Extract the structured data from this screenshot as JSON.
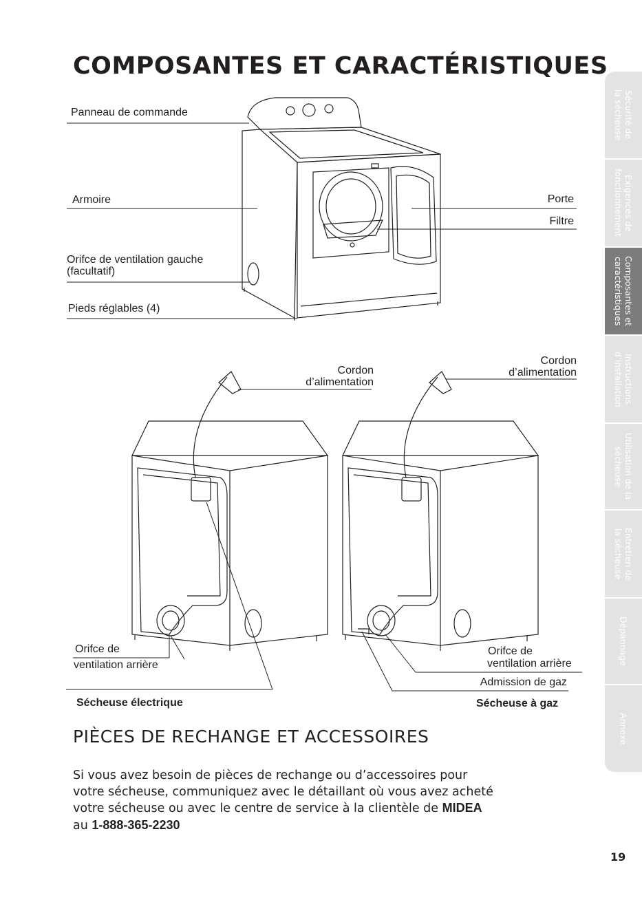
{
  "page": {
    "title": "COMPOSANTES ET CARACTÉRISTIQUES",
    "page_number": "19"
  },
  "figure_top": {
    "labels": {
      "control_panel": "Panneau de commande",
      "cabinet": "Armoire",
      "left_vent_line1": "Orifce de ventilation gauche",
      "left_vent_line2": "(facultatif)",
      "feet": "Pieds réglables (4)",
      "door": "Porte",
      "filter": "Filtre"
    }
  },
  "figure_bottom": {
    "left": {
      "cord_line1": "Cordon",
      "cord_line2": "d’alimentation",
      "vent_line1": "Orifce de",
      "vent_line2": "ventilation arrière",
      "caption": "Sécheuse électrique"
    },
    "right": {
      "cord_line1": "Cordon",
      "cord_line2": "d’alimentation",
      "vent_line1": "Orifce de",
      "vent_line2": "ventilation arrière",
      "gas_inlet": "Admission de gaz",
      "caption": "Sécheuse à gaz"
    }
  },
  "section2": {
    "heading": "PIÈCES DE RECHANGE ET ACCESSOIRES",
    "para_line1": "Si vous avez besoin de pièces de rechange ou d’accessoires pour",
    "para_line2": "votre sécheuse, communiquez avec le détaillant où vous avez acheté",
    "para_line3_pre": "votre sécheuse ou avec le centre de service à la clientèle de ",
    "brand": "MIDEA",
    "para_line4_pre": "au ",
    "phone": "1-888-365-2230"
  },
  "tabs": [
    {
      "label": "Sécurité de\nla sécheuse",
      "active": false
    },
    {
      "label": "Exigences de\nfonctionnement",
      "active": false
    },
    {
      "label": "Composantes et\ncaractéristiques",
      "active": true
    },
    {
      "label": "Instructions\nd’installation",
      "active": false
    },
    {
      "label": "Utilisation de la\nsécheuse",
      "active": false
    },
    {
      "label": "Entretien de\nla sécheuse",
      "active": false
    },
    {
      "label": "Dépannage",
      "active": false
    },
    {
      "label": "Annexe",
      "active": false
    }
  ],
  "colors": {
    "tab_inactive": "#e3e3e3",
    "tab_active": "#7c7c7c",
    "text": "#231f20"
  }
}
